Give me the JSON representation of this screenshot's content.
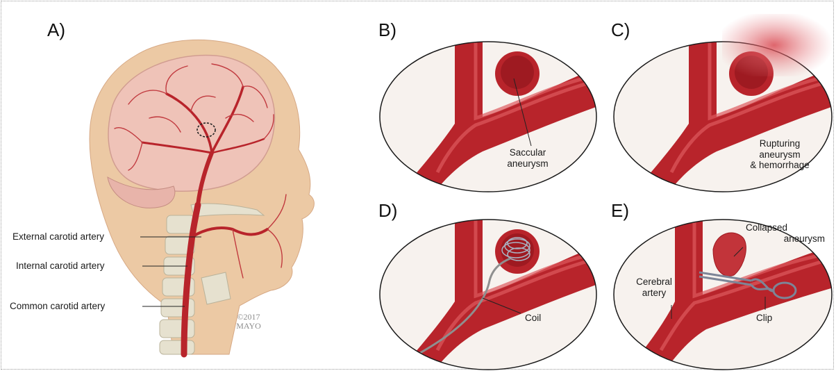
{
  "panels": {
    "a": {
      "letter": "A)",
      "labels": {
        "external_carotid": "External carotid artery",
        "internal_carotid": "Internal carotid artery",
        "common_carotid": "Common carotid artery"
      },
      "copyright_year": "©2017",
      "copyright_owner": "MAYO"
    },
    "b": {
      "letter": "B)",
      "label_line1": "Saccular",
      "label_line2": "aneurysm"
    },
    "c": {
      "letter": "C)",
      "label_line1": "Rupturing",
      "label_line2": "aneurysm",
      "label_line3": "& hemorrhage"
    },
    "d": {
      "letter": "D)",
      "label": "Coil"
    },
    "e": {
      "letter": "E)",
      "collapsed_line1": "Collapsed",
      "collapsed_line2": "aneurysm",
      "cerebral_line1": "Cerebral",
      "cerebral_line2": "artery",
      "clip": "Clip"
    }
  },
  "colors": {
    "artery": "#b8242b",
    "artery_light": "#d9484e",
    "skin": "#ecc9a4",
    "oval_bg": "#f7f2ee"
  }
}
